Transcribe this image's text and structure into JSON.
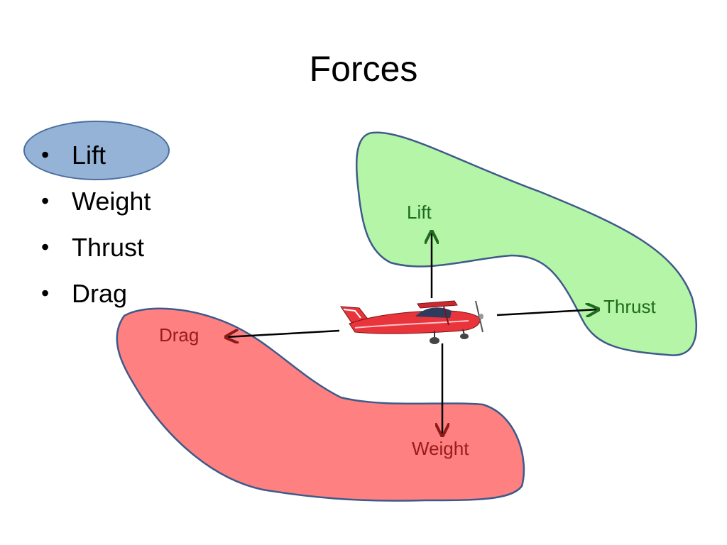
{
  "title": "Forces",
  "bullets": [
    "Lift",
    "Weight",
    "Thrust",
    "Drag"
  ],
  "highlighted_bullet": "Lift",
  "diagram": {
    "labels": {
      "lift": "Lift",
      "thrust": "Thrust",
      "drag": "Drag",
      "weight": "Weight"
    },
    "colors": {
      "lift_region": "#b5f5a8",
      "drag_region": "#ff8080",
      "region_outline": "#3e5a8a",
      "lift_thrust_text": "#1e6b1e",
      "drag_weight_text": "#9b1a1a",
      "highlight": "#94b3d6",
      "plane_body": "#e8343a"
    },
    "icons": [
      "airplane-icon"
    ]
  }
}
